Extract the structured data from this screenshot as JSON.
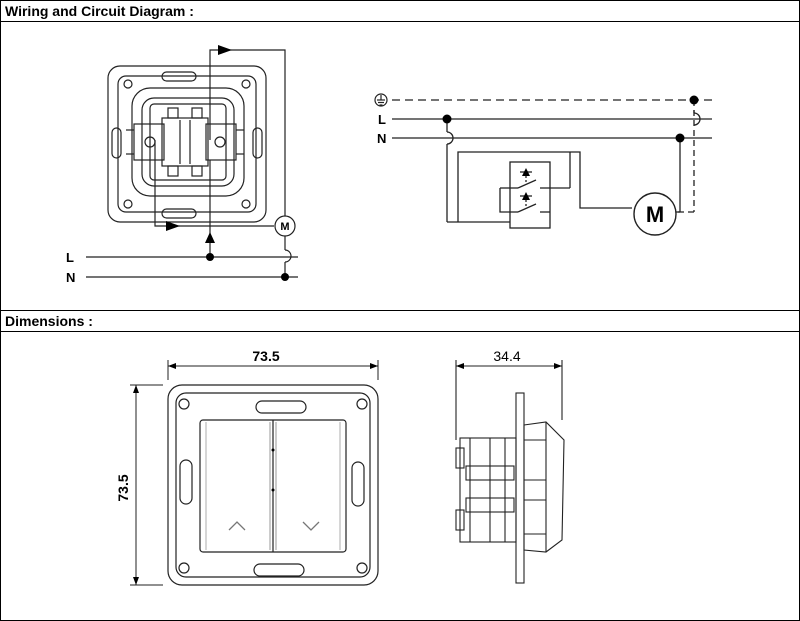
{
  "sections": {
    "wiring_title": "Wiring and Circuit Diagram :",
    "dimensions_title": "Dimensions :"
  },
  "wiring": {
    "line_label": "L",
    "neutral_label": "N",
    "motor_symbol": "M",
    "schematic_line_label": "L",
    "schematic_neutral_label": "N",
    "schematic_motor_symbol": "M",
    "earth_icon": "ground-symbol"
  },
  "dimensions": {
    "width_label": "73.5",
    "height_label": "73.5",
    "depth_label": "34.4",
    "up_arrow_icon": "chevron-up",
    "down_arrow_icon": "chevron-down"
  }
}
